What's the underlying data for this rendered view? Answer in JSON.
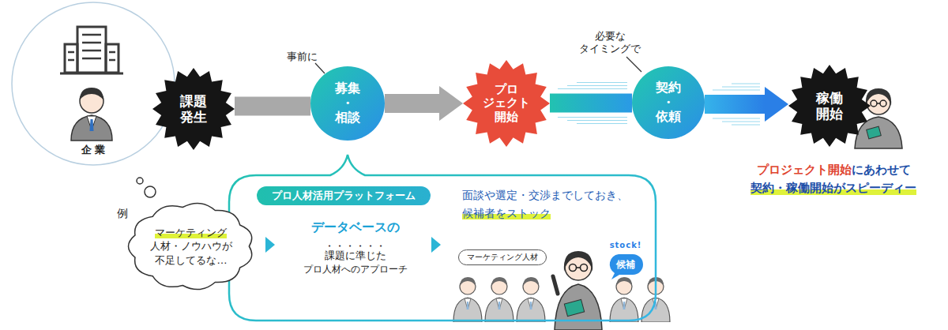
{
  "diagram": {
    "nodes": [
      {
        "text": [
          "企 業"
        ]
      },
      {
        "text": [
          "課題 発生"
        ]
      },
      {
        "text": [
          "募集 ・ 相談"
        ]
      },
      {
        "text": [
          "プロ ジェクト 開始"
        ]
      },
      {
        "text": [
          "契約 ・ 依頼"
        ]
      },
      {
        "text": [
          "稼働 開始"
        ]
      },
      {
        "text": [
          "マーケティング 人材・ノウハウが 不足してるな…"
        ]
      },
      {
        "text": [
          "面談や選定・交渉までしておき、",
          "候補者をストック",
          "データベースの",
          "課題に準じた",
          "プロ人材へのアプローチ"
        ]
      },
      {
        "text": [
          "プロ人材活用プラットフォーム"
        ],
        "in": 7
      },
      {
        "text": [
          "マーケティング人材"
        ],
        "in": 7
      },
      {
        "text": [
          "stock!",
          "候補"
        ],
        "in": 7
      }
    ],
    "edges": [
      {
        "from": 1,
        "to": 2,
        "arrow": "none"
      },
      {
        "from": 2,
        "to": 3,
        "arrow": "to"
      },
      {
        "from": 3,
        "to": 4,
        "arrow": "none"
      },
      {
        "from": 4,
        "to": 5,
        "arrow": "to"
      }
    ],
    "labels": [
      "事前に",
      "必要な タイミングで",
      "例",
      "プロジェクト開始",
      "にあわせて",
      "契約・稼働開始がスピーディー"
    ]
  }
}
